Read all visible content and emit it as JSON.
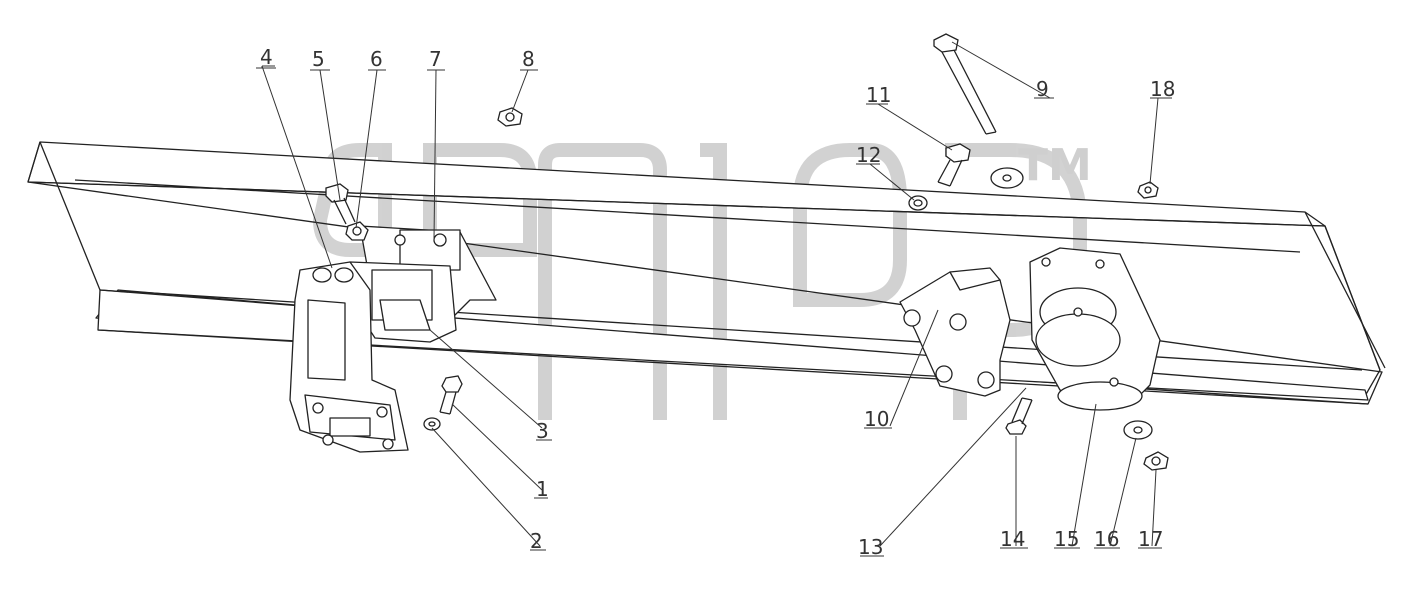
{
  "watermark_mark": "TM",
  "callouts": {
    "c1": "1",
    "c2": "2",
    "c3": "3",
    "c4": "4",
    "c5": "5",
    "c6": "6",
    "c7": "7",
    "c8": "8",
    "c9": "9",
    "c10": "10",
    "c11": "11",
    "c12": "12",
    "c13": "13",
    "c14": "14",
    "c15": "15",
    "c16": "16",
    "c17": "17",
    "c18": "18"
  },
  "colors": {
    "line": "#222222",
    "watermark": "#cfcfcf",
    "background": "#ffffff"
  }
}
